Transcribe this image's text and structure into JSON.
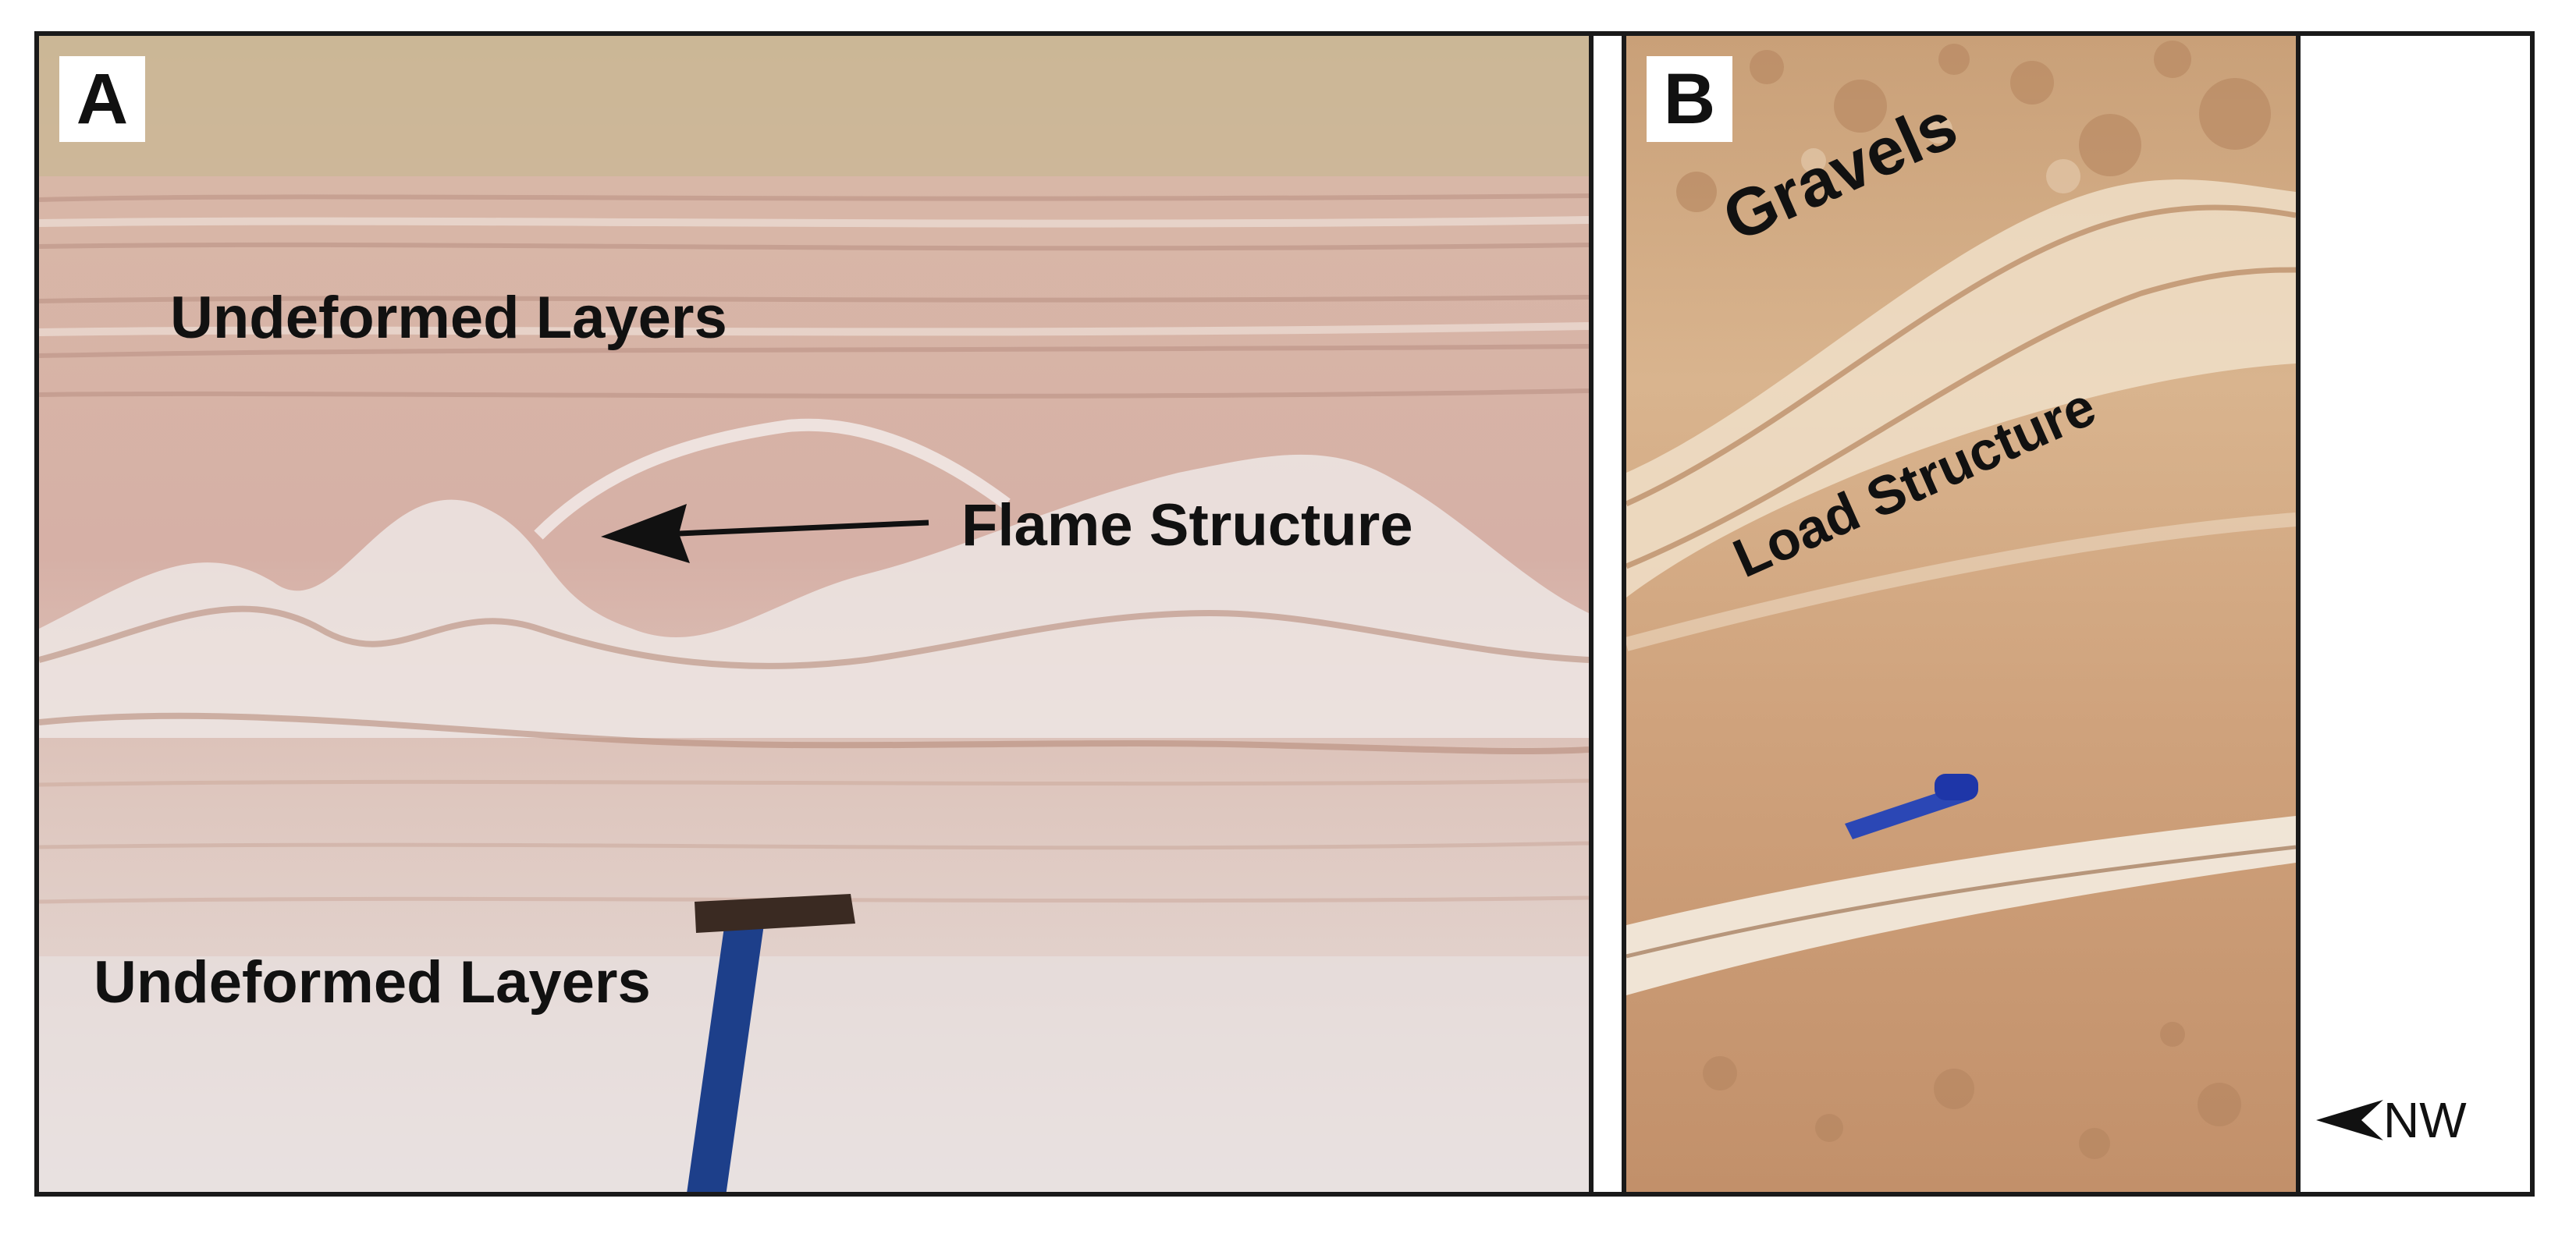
{
  "panel_a": {
    "letter": "A",
    "labels": {
      "undeformed_top": "Undeformed Layers",
      "flame_structure": "Flame Structure",
      "undeformed_bottom": "Undeformed Layers"
    }
  },
  "panel_b": {
    "letter": "B",
    "labels": {
      "gravels": "Gravels",
      "load_structure": "Load Structure"
    }
  },
  "orientation": {
    "label": "NW",
    "icon": "arrow-left-icon"
  },
  "colors": {
    "frame": "#1a1a1a",
    "text": "#111111",
    "sediment_pink": "#d9b3a8",
    "sediment_light": "#ece3dc",
    "sediment_tan": "#c89a72",
    "hammer_handle": "#1d3f8a",
    "hammer_head": "#3a2a22"
  }
}
